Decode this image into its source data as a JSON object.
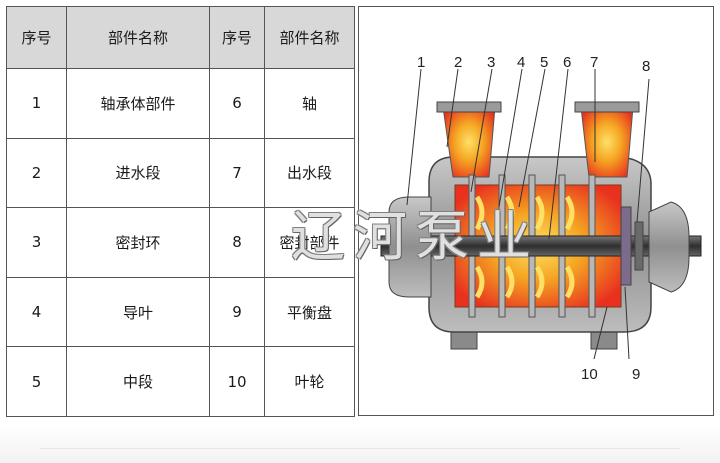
{
  "table": {
    "headers": [
      "序号",
      "部件名称",
      "序号",
      "部件名称"
    ],
    "rows": [
      [
        "1",
        "轴承体部件",
        "6",
        "轴"
      ],
      [
        "2",
        "进水段",
        "7",
        "出水段"
      ],
      [
        "3",
        "密封环",
        "8",
        "密封部件"
      ],
      [
        "4",
        "导叶",
        "9",
        "平衡盘"
      ],
      [
        "5",
        "中段",
        "10",
        "叶轮"
      ]
    ]
  },
  "diagram": {
    "callouts": [
      "1",
      "2",
      "3",
      "4",
      "5",
      "6",
      "7",
      "8",
      "9",
      "10"
    ]
  },
  "watermark": "辽河泵业",
  "colors": {
    "header_bg": "#d8d8d8",
    "border": "#555555",
    "pump_red": "#e8321f",
    "pump_orange": "#f5a623",
    "pump_yellow": "#ffd24a",
    "casing_gray": "#9a9a9a",
    "shaft_dark": "#3a3a3a"
  }
}
